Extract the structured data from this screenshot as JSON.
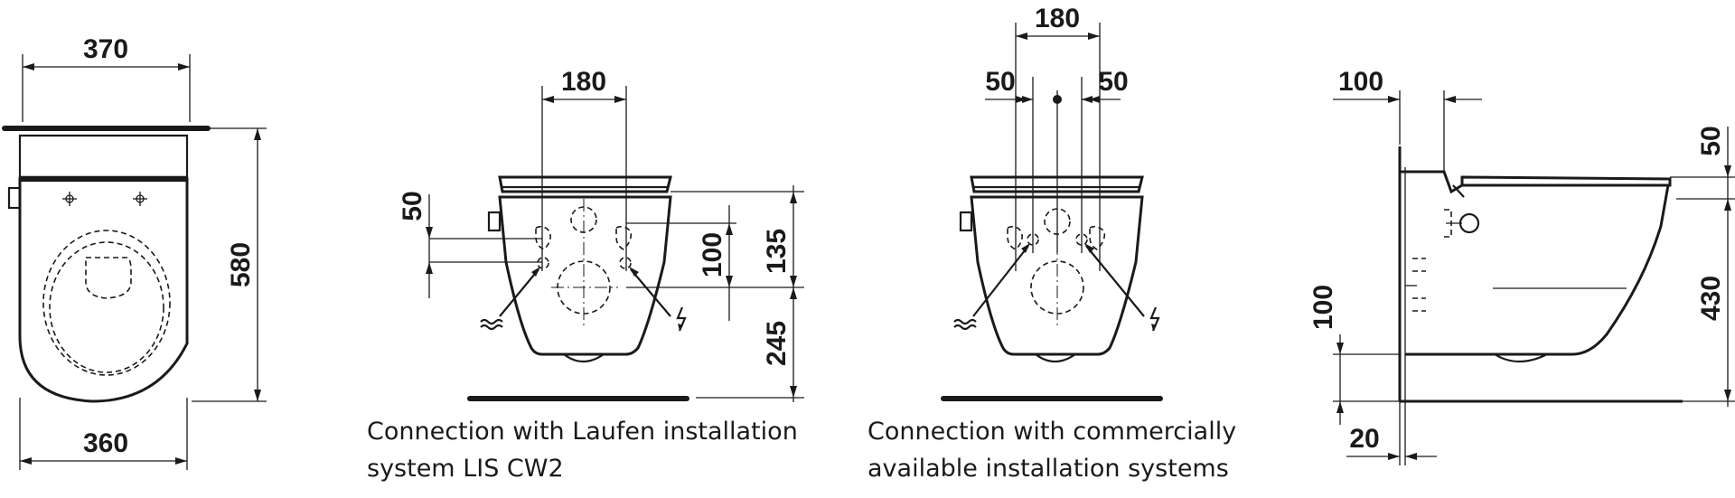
{
  "views": {
    "top": {
      "width_top": "370",
      "width_bottom": "360",
      "depth": "580"
    },
    "lis": {
      "spacing": "180",
      "offset": "50",
      "height_upper": "100",
      "height_mid": "135",
      "height_lower": "245",
      "caption_line1": "Connection with Laufen installation",
      "caption_line2": "system LIS CW2"
    },
    "commercial": {
      "spacing": "180",
      "offset_left": "50",
      "offset_right": "50",
      "caption_line1": "Connection with commercially",
      "caption_line2": "available installation systems"
    },
    "side": {
      "offset_top": "100",
      "seat_offset": "50",
      "height": "430",
      "wall_height": "100",
      "wall_thickness": "20"
    }
  }
}
